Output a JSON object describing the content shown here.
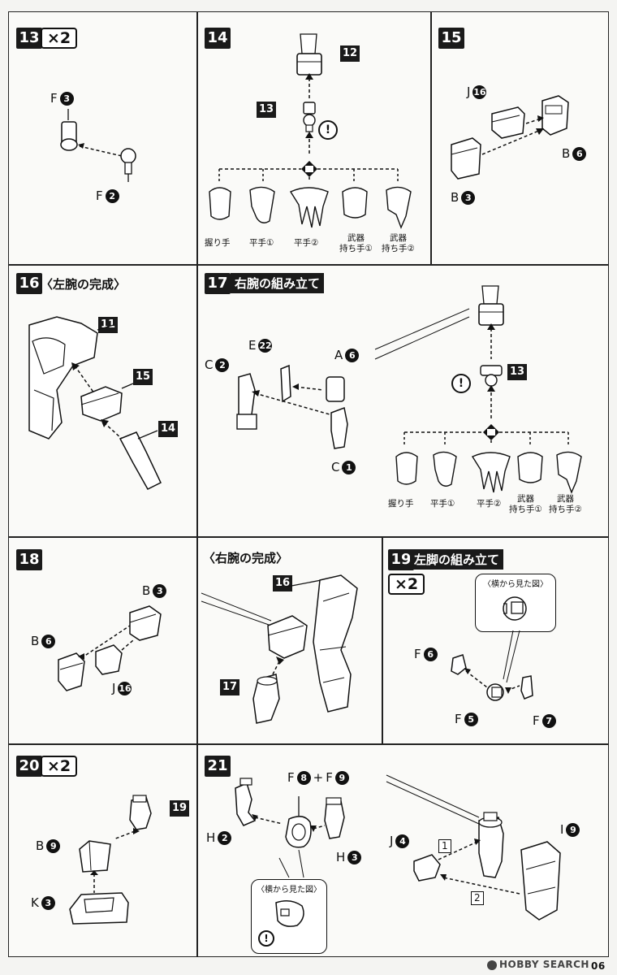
{
  "steps": {
    "s13": {
      "num": "13",
      "mult": "×2",
      "F3": "F",
      "n3": "3",
      "F2": "F",
      "n2": "2"
    },
    "s14": {
      "num": "14",
      "part12": "12",
      "part13": "13",
      "warn": "!",
      "hands": [
        "握り手",
        "平手①",
        "平手②",
        "武器\n持ち手①",
        "武器\n持ち手②"
      ]
    },
    "s15": {
      "num": "15",
      "J": "J",
      "n16": "16",
      "B6": "B",
      "n6": "6",
      "B3": "B",
      "n3": "3"
    },
    "s16": {
      "num": "16",
      "caption": "〈左腕の完成〉",
      "p11": "11",
      "p15": "15",
      "p14": "14"
    },
    "s17": {
      "num": "17",
      "title": "右腕の組み立て",
      "C2": "C",
      "n2": "2",
      "E22": "E",
      "n22": "22",
      "A6": "A",
      "n6": "6",
      "C1": "C",
      "n1": "1",
      "part13": "13",
      "warn": "!",
      "hands": [
        "握り手",
        "平手①",
        "平手②",
        "武器\n持ち手①",
        "武器\n持ち手②"
      ]
    },
    "s18": {
      "num": "18",
      "B3": "B",
      "n3": "3",
      "B6": "B",
      "n6": "6",
      "J": "J",
      "n16": "16"
    },
    "right_arm": {
      "caption": "〈右腕の完成〉",
      "p16": "16",
      "p17": "17"
    },
    "s19": {
      "num": "19",
      "title": "左脚の組み立て",
      "mult": "×2",
      "bubble": "〈横から見た図〉",
      "F6": "F",
      "n6": "6",
      "F5": "F",
      "n5": "5",
      "F7": "F",
      "n7": "7"
    },
    "s20": {
      "num": "20",
      "mult": "×2",
      "p19": "19",
      "B9": "B",
      "n9": "9",
      "K3": "K",
      "n3": "3"
    },
    "s21": {
      "num": "21",
      "F8": "F",
      "n8": "8",
      "plus": "+",
      "F9": "F",
      "n9": "9",
      "H2": "H",
      "n2": "2",
      "H3": "H",
      "n3": "3",
      "bubble": "〈横から見た図〉",
      "warn": "!",
      "J4": "J",
      "n4": "4",
      "I9": "I",
      "nI9": "9",
      "seq1": "1",
      "seq2": "2"
    }
  },
  "footer": {
    "brand": "HOBBY SEARCH",
    "page": "06"
  }
}
